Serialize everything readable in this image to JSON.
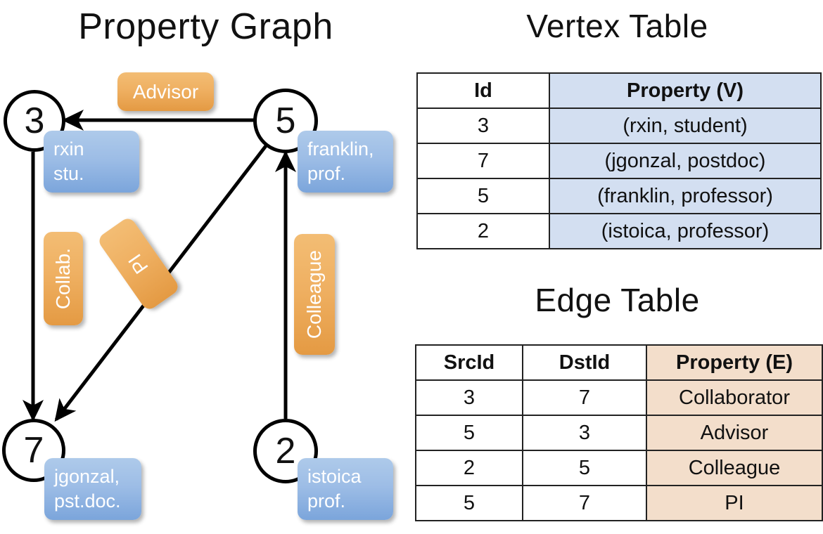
{
  "titles": {
    "property_graph": "Property Graph",
    "vertex_table": "Vertex Table",
    "edge_table": "Edge Table"
  },
  "colors": {
    "node_blue_light": "#aecaea",
    "node_blue_dark": "#7ba5db",
    "edge_orange_light": "#f3bd74",
    "edge_orange_dark": "#e49a43",
    "vertex_row_fill": "#d3dff1",
    "edge_row_fill": "#f3decb",
    "stroke": "#000000"
  },
  "graph": {
    "nodes": [
      {
        "id": "3",
        "property_line1": "rxin",
        "property_line2": "stu."
      },
      {
        "id": "5",
        "property_line1": "franklin,",
        "property_line2": "prof."
      },
      {
        "id": "7",
        "property_line1": "jgonzal,",
        "property_line2": "pst.doc."
      },
      {
        "id": "2",
        "property_line1": "istoica",
        "property_line2": "prof."
      }
    ],
    "edge_labels": [
      {
        "name": "advisor",
        "text": "Advisor"
      },
      {
        "name": "collab",
        "text": "Collab."
      },
      {
        "name": "pi",
        "text": "PI"
      },
      {
        "name": "colleague",
        "text": "Colleague"
      }
    ]
  },
  "vertex_table": {
    "headers": [
      "Id",
      "Property (V)"
    ],
    "rows": [
      {
        "id": "3",
        "property": "(rxin, student)"
      },
      {
        "id": "7",
        "property": "(jgonzal, postdoc)"
      },
      {
        "id": "5",
        "property": "(franklin, professor)"
      },
      {
        "id": "2",
        "property": "(istoica, professor)"
      }
    ]
  },
  "edge_table": {
    "headers": [
      "SrcId",
      "DstId",
      "Property (E)"
    ],
    "rows": [
      {
        "src": "3",
        "dst": "7",
        "property": "Collaborator"
      },
      {
        "src": "5",
        "dst": "3",
        "property": "Advisor"
      },
      {
        "src": "2",
        "dst": "5",
        "property": "Colleague"
      },
      {
        "src": "5",
        "dst": "7",
        "property": "PI"
      }
    ]
  }
}
